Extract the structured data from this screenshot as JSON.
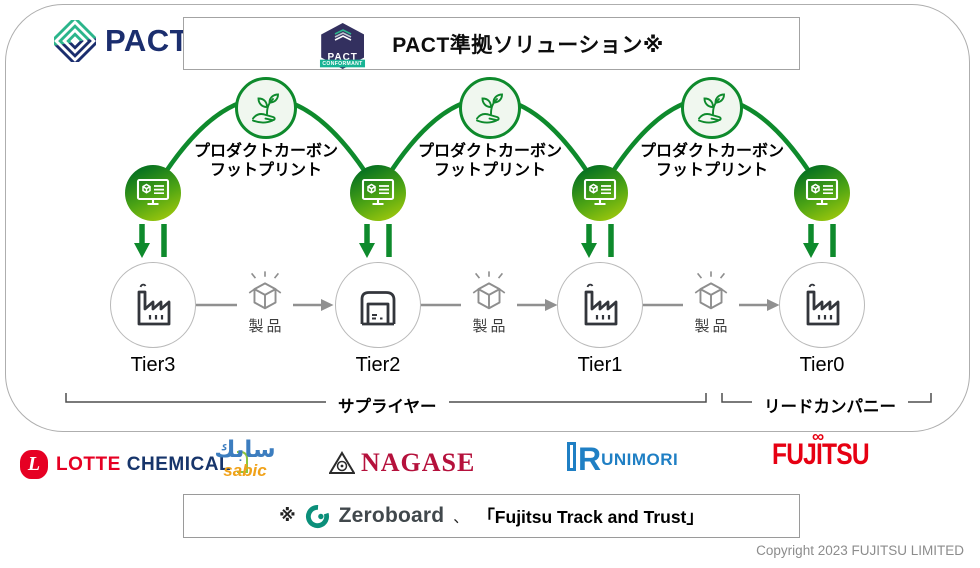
{
  "pact_logo": {
    "text": "PACT"
  },
  "header": {
    "title": "PACT準拠ソリューション※",
    "badge": {
      "name": "PACT",
      "ribbon": "CONFORMANT"
    }
  },
  "footprint_labels": [
    {
      "line1": "プロダクトカーボン",
      "line2": "フットプリント"
    },
    {
      "line1": "プロダクトカーボン",
      "line2": "フットプリント"
    },
    {
      "line1": "プロダクトカーボン",
      "line2": "フットプリント"
    }
  ],
  "products": [
    {
      "label": "製品"
    },
    {
      "label": "製品"
    },
    {
      "label": "製品"
    }
  ],
  "tiers": [
    {
      "label": "Tier3",
      "icon": "factory"
    },
    {
      "label": "Tier2",
      "icon": "warehouse"
    },
    {
      "label": "Tier1",
      "icon": "factory"
    },
    {
      "label": "Tier0",
      "icon": "factory"
    }
  ],
  "groups": {
    "supplier": "サプライヤー",
    "lead_company": "リードカンパニー"
  },
  "logos": {
    "lotte": {
      "mark": "L",
      "word1": "LOTTE",
      "word2": "CHEMICAL"
    },
    "sabic": {
      "arabic": "سابك",
      "latin": "sabic"
    },
    "nagase": {
      "text": "NAGASE"
    },
    "kunimori": {
      "initial": "R",
      "rest": "UNIMORI"
    },
    "fujitsu": {
      "text": "FUJITSU",
      "infinity": "∞"
    }
  },
  "footnote": {
    "marker": "※",
    "zeroboard": "Zeroboard",
    "separator": "、",
    "product": "「Fujitsu Track and Trust」"
  },
  "copyright": "Copyright 2023 FUJITSU LIMITED",
  "colors": {
    "arc_green": "#0e8a2c",
    "gradient_green_dark": "#0a7420",
    "gradient_green_light": "#a6cb0c",
    "pact_navy": "#1b2e6e",
    "pact_teal": "#2bb58b",
    "badge_navy": "#33305f",
    "badge_teal": "#17b394",
    "connector_gray": "#909090",
    "lotte_red": "#e60023",
    "lotte_navy": "#17356b",
    "sabic_blue": "#3c7dbf",
    "sabic_gold": "#f0a21a",
    "nagase_red": "#b5113c",
    "kunimori_blue": "#1f7fc4",
    "fujitsu_red": "#e60012",
    "zeroboard_teal": "#0b8f7a"
  }
}
